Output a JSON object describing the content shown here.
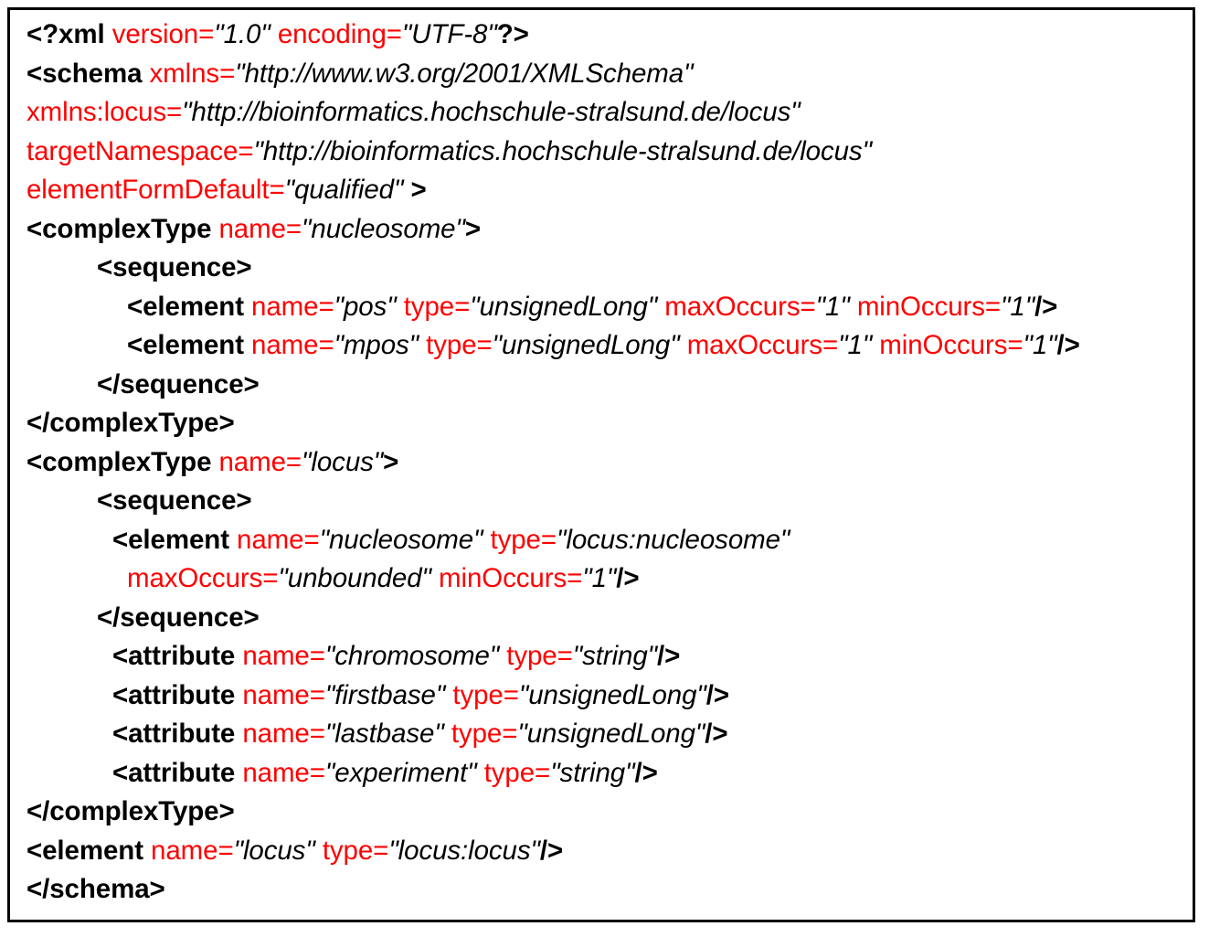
{
  "figure": {
    "kind": "code-listing",
    "language": "XML Schema (XSD)",
    "border_color": "#000000",
    "background_color": "#ffffff",
    "colors": {
      "tag": "#000000",
      "attribute": "#ff0000",
      "value": "#000000",
      "punctuation": "#000000"
    }
  },
  "lines": [
    {
      "id": "line-1",
      "indent": 0,
      "tokens": [
        {
          "t": "tag",
          "s": "<?xml"
        },
        {
          "t": "plain",
          "s": " "
        },
        {
          "t": "attr",
          "s": "version"
        },
        {
          "t": "eq",
          "s": "="
        },
        {
          "t": "val",
          "s": "\"1.0\""
        },
        {
          "t": "plain",
          "s": " "
        },
        {
          "t": "attr",
          "s": "encoding"
        },
        {
          "t": "eq",
          "s": "="
        },
        {
          "t": "val",
          "s": "\"UTF-8\""
        },
        {
          "t": "punct",
          "s": "?>"
        }
      ]
    },
    {
      "id": "line-2",
      "indent": 0,
      "tokens": [
        {
          "t": "tag",
          "s": "<schema"
        },
        {
          "t": "plain",
          "s": " "
        },
        {
          "t": "attr",
          "s": "xmlns"
        },
        {
          "t": "eq",
          "s": "="
        },
        {
          "t": "val",
          "s": "\"http://www.w3.org/2001/XMLSchema\""
        }
      ]
    },
    {
      "id": "line-3",
      "indent": 0,
      "tokens": [
        {
          "t": "attr",
          "s": "xmlns:locus"
        },
        {
          "t": "eq",
          "s": "="
        },
        {
          "t": "val",
          "s": "\"http://bioinformatics.hochschule-stralsund.de/locus\""
        }
      ]
    },
    {
      "id": "line-4",
      "indent": 0,
      "tokens": [
        {
          "t": "attr",
          "s": "targetNamespace"
        },
        {
          "t": "eq",
          "s": "="
        },
        {
          "t": "val",
          "s": "\"http://bioinformatics.hochschule-stralsund.de/locus\""
        }
      ]
    },
    {
      "id": "line-5",
      "indent": 0,
      "tokens": [
        {
          "t": "attr",
          "s": "elementFormDefault"
        },
        {
          "t": "eq",
          "s": "="
        },
        {
          "t": "val",
          "s": "\"qualified\""
        },
        {
          "t": "plain",
          "s": " "
        },
        {
          "t": "punct",
          "s": ">"
        }
      ]
    },
    {
      "id": "line-6",
      "indent": 0,
      "tokens": [
        {
          "t": "tag",
          "s": "<complexType"
        },
        {
          "t": "plain",
          "s": " "
        },
        {
          "t": "attr",
          "s": "name"
        },
        {
          "t": "eq",
          "s": "="
        },
        {
          "t": "val",
          "s": "\"nucleosome\""
        },
        {
          "t": "punct",
          "s": ">"
        }
      ]
    },
    {
      "id": "line-7",
      "indent": 1,
      "tokens": [
        {
          "t": "tag",
          "s": "<sequence>"
        }
      ]
    },
    {
      "id": "line-8",
      "indent": 2,
      "tokens": [
        {
          "t": "tag",
          "s": "<element"
        },
        {
          "t": "plain",
          "s": " "
        },
        {
          "t": "attr",
          "s": "name"
        },
        {
          "t": "eq",
          "s": "="
        },
        {
          "t": "val",
          "s": "\"pos\""
        },
        {
          "t": "plain",
          "s": " "
        },
        {
          "t": "attr",
          "s": "type"
        },
        {
          "t": "eq",
          "s": "="
        },
        {
          "t": "val",
          "s": "\"unsignedLong\""
        },
        {
          "t": "plain",
          "s": " "
        },
        {
          "t": "attr",
          "s": "maxOccurs"
        },
        {
          "t": "eq",
          "s": "="
        },
        {
          "t": "val",
          "s": "\"1\""
        },
        {
          "t": "plain",
          "s": " "
        },
        {
          "t": "attr",
          "s": "minOccurs"
        },
        {
          "t": "eq",
          "s": "="
        },
        {
          "t": "val",
          "s": "\"1\""
        },
        {
          "t": "punct",
          "s": "/>"
        }
      ]
    },
    {
      "id": "line-9",
      "indent": 2,
      "tokens": [
        {
          "t": "tag",
          "s": "<element"
        },
        {
          "t": "plain",
          "s": " "
        },
        {
          "t": "attr",
          "s": "name"
        },
        {
          "t": "eq",
          "s": "="
        },
        {
          "t": "val",
          "s": "\"mpos\""
        },
        {
          "t": "plain",
          "s": " "
        },
        {
          "t": "attr",
          "s": "type"
        },
        {
          "t": "eq",
          "s": "="
        },
        {
          "t": "val",
          "s": "\"unsignedLong\""
        },
        {
          "t": "plain",
          "s": " "
        },
        {
          "t": "attr",
          "s": "maxOccurs"
        },
        {
          "t": "eq",
          "s": "="
        },
        {
          "t": "val",
          "s": "\"1\""
        },
        {
          "t": "plain",
          "s": " "
        },
        {
          "t": "attr",
          "s": "minOccurs"
        },
        {
          "t": "eq",
          "s": "="
        },
        {
          "t": "val",
          "s": "\"1\""
        },
        {
          "t": "punct",
          "s": "/>"
        }
      ]
    },
    {
      "id": "line-10",
      "indent": 1,
      "tokens": [
        {
          "t": "tag",
          "s": "</sequence>"
        }
      ]
    },
    {
      "id": "line-11",
      "indent": 0,
      "tokens": [
        {
          "t": "tag",
          "s": "</complexType>"
        }
      ]
    },
    {
      "id": "line-12",
      "indent": 0,
      "tokens": [
        {
          "t": "tag",
          "s": "<complexType"
        },
        {
          "t": "plain",
          "s": " "
        },
        {
          "t": "attr",
          "s": "name"
        },
        {
          "t": "eq",
          "s": "="
        },
        {
          "t": "val",
          "s": "\"locus\""
        },
        {
          "t": "punct",
          "s": ">"
        }
      ]
    },
    {
      "id": "line-13",
      "indent": 1,
      "tokens": [
        {
          "t": "tag",
          "s": "<sequence>"
        }
      ]
    },
    {
      "id": "line-14",
      "indent": 3,
      "tokens": [
        {
          "t": "tag",
          "s": "<element"
        },
        {
          "t": "plain",
          "s": " "
        },
        {
          "t": "attr",
          "s": "name"
        },
        {
          "t": "eq",
          "s": "="
        },
        {
          "t": "val",
          "s": "\"nucleosome\""
        },
        {
          "t": "plain",
          "s": " "
        },
        {
          "t": "attr",
          "s": "type"
        },
        {
          "t": "eq",
          "s": "="
        },
        {
          "t": "val",
          "s": "\"locus:nucleosome\""
        }
      ]
    },
    {
      "id": "line-15",
      "indent": 2,
      "tokens": [
        {
          "t": "attr",
          "s": "maxOccurs"
        },
        {
          "t": "eq",
          "s": "="
        },
        {
          "t": "val",
          "s": "\"unbounded\""
        },
        {
          "t": "plain",
          "s": " "
        },
        {
          "t": "attr",
          "s": "minOccurs"
        },
        {
          "t": "eq",
          "s": "="
        },
        {
          "t": "val",
          "s": "\"1\""
        },
        {
          "t": "punct",
          "s": "/>"
        }
      ]
    },
    {
      "id": "line-16",
      "indent": 1,
      "tokens": [
        {
          "t": "tag",
          "s": "</sequence>"
        }
      ]
    },
    {
      "id": "line-17",
      "indent": 3,
      "tokens": [
        {
          "t": "tag",
          "s": "<attribute"
        },
        {
          "t": "plain",
          "s": " "
        },
        {
          "t": "attr",
          "s": "name"
        },
        {
          "t": "eq",
          "s": "="
        },
        {
          "t": "val",
          "s": "\"chromosome\""
        },
        {
          "t": "plain",
          "s": " "
        },
        {
          "t": "attr",
          "s": "type"
        },
        {
          "t": "eq",
          "s": "="
        },
        {
          "t": "val",
          "s": "\"string\""
        },
        {
          "t": "punct",
          "s": "/>"
        }
      ]
    },
    {
      "id": "line-18",
      "indent": 3,
      "tokens": [
        {
          "t": "tag",
          "s": "<attribute"
        },
        {
          "t": "plain",
          "s": " "
        },
        {
          "t": "attr",
          "s": "name"
        },
        {
          "t": "eq",
          "s": "="
        },
        {
          "t": "val",
          "s": "\"firstbase\""
        },
        {
          "t": "plain",
          "s": " "
        },
        {
          "t": "attr",
          "s": "type"
        },
        {
          "t": "eq",
          "s": "="
        },
        {
          "t": "val",
          "s": "\"unsignedLong\""
        },
        {
          "t": "punct",
          "s": "/>"
        }
      ]
    },
    {
      "id": "line-19",
      "indent": 3,
      "tokens": [
        {
          "t": "tag",
          "s": "<attribute"
        },
        {
          "t": "plain",
          "s": " "
        },
        {
          "t": "attr",
          "s": "name"
        },
        {
          "t": "eq",
          "s": "="
        },
        {
          "t": "val",
          "s": "\"lastbase\""
        },
        {
          "t": "plain",
          "s": " "
        },
        {
          "t": "attr",
          "s": "type"
        },
        {
          "t": "eq",
          "s": "="
        },
        {
          "t": "val",
          "s": "\"unsignedLong\""
        },
        {
          "t": "punct",
          "s": "/>"
        }
      ]
    },
    {
      "id": "line-20",
      "indent": 3,
      "tokens": [
        {
          "t": "tag",
          "s": "<attribute"
        },
        {
          "t": "plain",
          "s": " "
        },
        {
          "t": "attr",
          "s": "name"
        },
        {
          "t": "eq",
          "s": "="
        },
        {
          "t": "val",
          "s": "\"experiment\""
        },
        {
          "t": "plain",
          "s": " "
        },
        {
          "t": "attr",
          "s": "type"
        },
        {
          "t": "eq",
          "s": "="
        },
        {
          "t": "val",
          "s": "\"string\""
        },
        {
          "t": "punct",
          "s": "/>"
        }
      ]
    },
    {
      "id": "line-21",
      "indent": 0,
      "tokens": [
        {
          "t": "tag",
          "s": "</complexType>"
        }
      ]
    },
    {
      "id": "line-22",
      "indent": 0,
      "tokens": [
        {
          "t": "tag",
          "s": "<element"
        },
        {
          "t": "plain",
          "s": " "
        },
        {
          "t": "attr",
          "s": "name"
        },
        {
          "t": "eq",
          "s": "="
        },
        {
          "t": "val",
          "s": "\"locus\""
        },
        {
          "t": "plain",
          "s": " "
        },
        {
          "t": "attr",
          "s": "type"
        },
        {
          "t": "eq",
          "s": "="
        },
        {
          "t": "val",
          "s": "\"locus:locus\""
        },
        {
          "t": "punct",
          "s": "/>"
        }
      ]
    },
    {
      "id": "line-23",
      "indent": 0,
      "tokens": [
        {
          "t": "tag",
          "s": "</schema>"
        }
      ]
    }
  ]
}
